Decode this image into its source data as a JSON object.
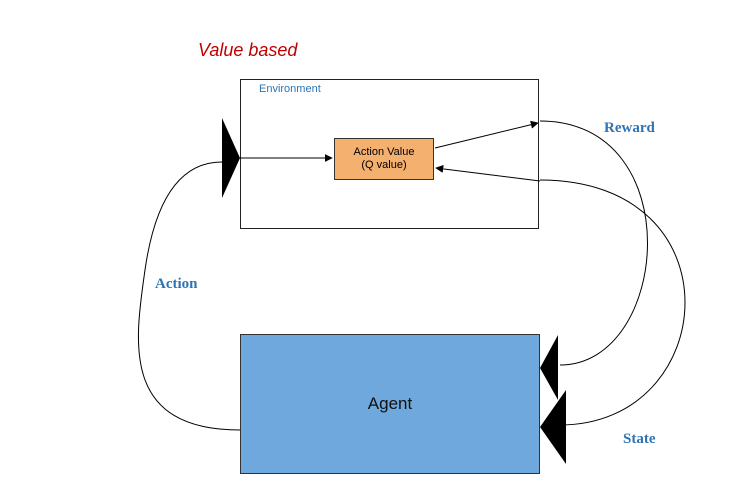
{
  "diagram": {
    "title": "Value based",
    "environment": {
      "label": "Environment"
    },
    "action_value": {
      "line1": "Action Value",
      "line2": "(Q value)"
    },
    "agent": {
      "label": "Agent"
    },
    "edges": {
      "reward": "Reward",
      "action": "Action",
      "state": "State"
    },
    "colors": {
      "title": "#c00000",
      "edge_label": "#2e74b5",
      "environment_label": "#2e74b5",
      "action_value_fill": "#f4b06e",
      "agent_fill": "#6fa8dc"
    }
  }
}
